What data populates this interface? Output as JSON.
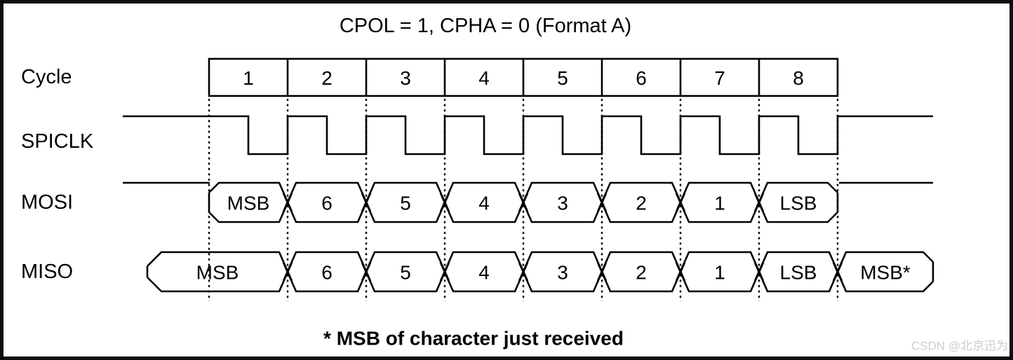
{
  "title": "CPOL = 1, CPHA = 0 (Format A)",
  "row_labels": {
    "cycle": "Cycle",
    "clock": "SPICLK",
    "mosi": "MOSI",
    "miso": "MISO"
  },
  "cycles": [
    "1",
    "2",
    "3",
    "4",
    "5",
    "6",
    "7",
    "8"
  ],
  "mosi_bits": [
    "MSB",
    "6",
    "5",
    "4",
    "3",
    "2",
    "1",
    "LSB"
  ],
  "miso_bits": [
    "MSB",
    "6",
    "5",
    "4",
    "3",
    "2",
    "1",
    "LSB",
    "MSB*"
  ],
  "clock": {
    "cpol": "1",
    "cpha": "0",
    "format": "Format A",
    "idle_level": "high",
    "cycle_count": 8,
    "pattern": "high first half of each cycle, falls at mid-cycle, rises at cycle boundary"
  },
  "footnote": "* MSB of character just received",
  "watermark": "CSDN @北京迅为",
  "colors": {
    "line": "#000000",
    "background": "#ffffff",
    "border": "#0d0d0d",
    "watermark": "#cdcdcd"
  }
}
